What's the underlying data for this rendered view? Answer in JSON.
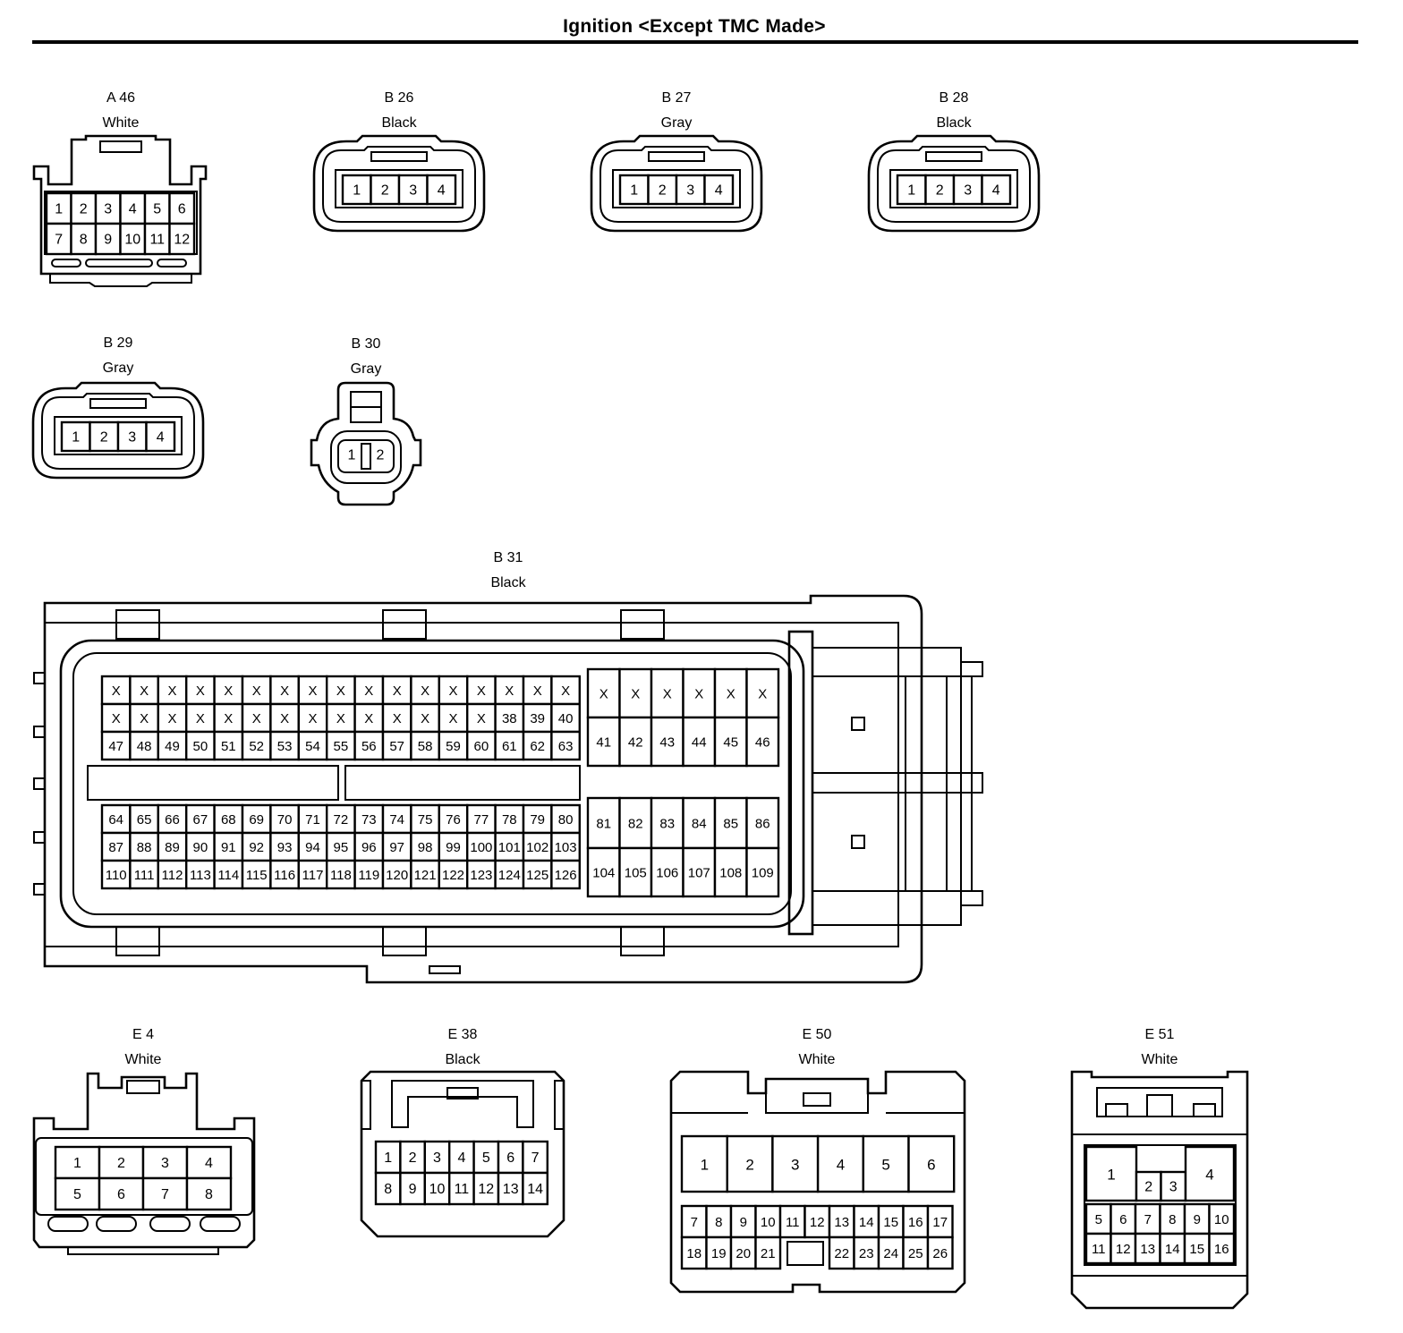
{
  "title": "Ignition <Except TMC Made>",
  "connectors": [
    {
      "id": "A 46",
      "color": "White",
      "rows": [
        [
          "1",
          "2",
          "3",
          "4",
          "5",
          "6"
        ],
        [
          "7",
          "8",
          "9",
          "10",
          "11",
          "12"
        ]
      ]
    },
    {
      "id": "B 26",
      "color": "Black",
      "rows": [
        [
          "1",
          "2",
          "3",
          "4"
        ]
      ]
    },
    {
      "id": "B 27",
      "color": "Gray",
      "rows": [
        [
          "1",
          "2",
          "3",
          "4"
        ]
      ]
    },
    {
      "id": "B 28",
      "color": "Black",
      "rows": [
        [
          "1",
          "2",
          "3",
          "4"
        ]
      ]
    },
    {
      "id": "B 29",
      "color": "Gray",
      "rows": [
        [
          "1",
          "2",
          "3",
          "4"
        ]
      ]
    },
    {
      "id": "B 30",
      "color": "Gray",
      "rows": [
        [
          "1",
          "2"
        ]
      ]
    },
    {
      "id": "B 31",
      "color": "Black",
      "top_left_rows": [
        [
          "X",
          "X",
          "X",
          "X",
          "X",
          "X",
          "X",
          "X",
          "X",
          "X",
          "X",
          "X",
          "X",
          "X",
          "X",
          "X",
          "X"
        ],
        [
          "X",
          "X",
          "X",
          "X",
          "X",
          "X",
          "X",
          "X",
          "X",
          "X",
          "X",
          "X",
          "X",
          "X",
          "38",
          "39",
          "40"
        ],
        [
          "47",
          "48",
          "49",
          "50",
          "51",
          "52",
          "53",
          "54",
          "55",
          "56",
          "57",
          "58",
          "59",
          "60",
          "61",
          "62",
          "63"
        ]
      ],
      "top_right_rows": [
        [
          "X",
          "X",
          "X",
          "X",
          "X",
          "X"
        ],
        [
          "41",
          "42",
          "43",
          "44",
          "45",
          "46"
        ]
      ],
      "bottom_left_rows": [
        [
          "64",
          "65",
          "66",
          "67",
          "68",
          "69",
          "70",
          "71",
          "72",
          "73",
          "74",
          "75",
          "76",
          "77",
          "78",
          "79",
          "80"
        ],
        [
          "87",
          "88",
          "89",
          "90",
          "91",
          "92",
          "93",
          "94",
          "95",
          "96",
          "97",
          "98",
          "99",
          "100",
          "101",
          "102",
          "103"
        ],
        [
          "110",
          "111",
          "112",
          "113",
          "114",
          "115",
          "116",
          "117",
          "118",
          "119",
          "120",
          "121",
          "122",
          "123",
          "124",
          "125",
          "126"
        ]
      ],
      "bottom_right_rows": [
        [
          "81",
          "82",
          "83",
          "84",
          "85",
          "86"
        ],
        [
          "104",
          "105",
          "106",
          "107",
          "108",
          "109"
        ]
      ]
    },
    {
      "id": "E 4",
      "color": "White",
      "rows": [
        [
          "1",
          "2",
          "3",
          "4"
        ],
        [
          "5",
          "6",
          "7",
          "8"
        ]
      ]
    },
    {
      "id": "E 38",
      "color": "Black",
      "rows": [
        [
          "1",
          "2",
          "3",
          "4",
          "5",
          "6",
          "7"
        ],
        [
          "8",
          "9",
          "10",
          "11",
          "12",
          "13",
          "14"
        ]
      ]
    },
    {
      "id": "E 50",
      "color": "White",
      "rows": [
        [
          "1",
          "2",
          "3",
          "4",
          "5",
          "6"
        ],
        [
          "7",
          "8",
          "9",
          "10",
          "11",
          "12",
          "13",
          "14",
          "15",
          "16",
          "17"
        ],
        [
          "18",
          "19",
          "20",
          "21",
          "22",
          "23",
          "24",
          "25",
          "26"
        ]
      ]
    },
    {
      "id": "E 51",
      "color": "White",
      "rows": [
        [
          "1",
          "2",
          "3",
          "4"
        ],
        [
          "5",
          "6",
          "7",
          "8",
          "9",
          "10"
        ],
        [
          "11",
          "12",
          "13",
          "14",
          "15",
          "16"
        ]
      ]
    }
  ]
}
